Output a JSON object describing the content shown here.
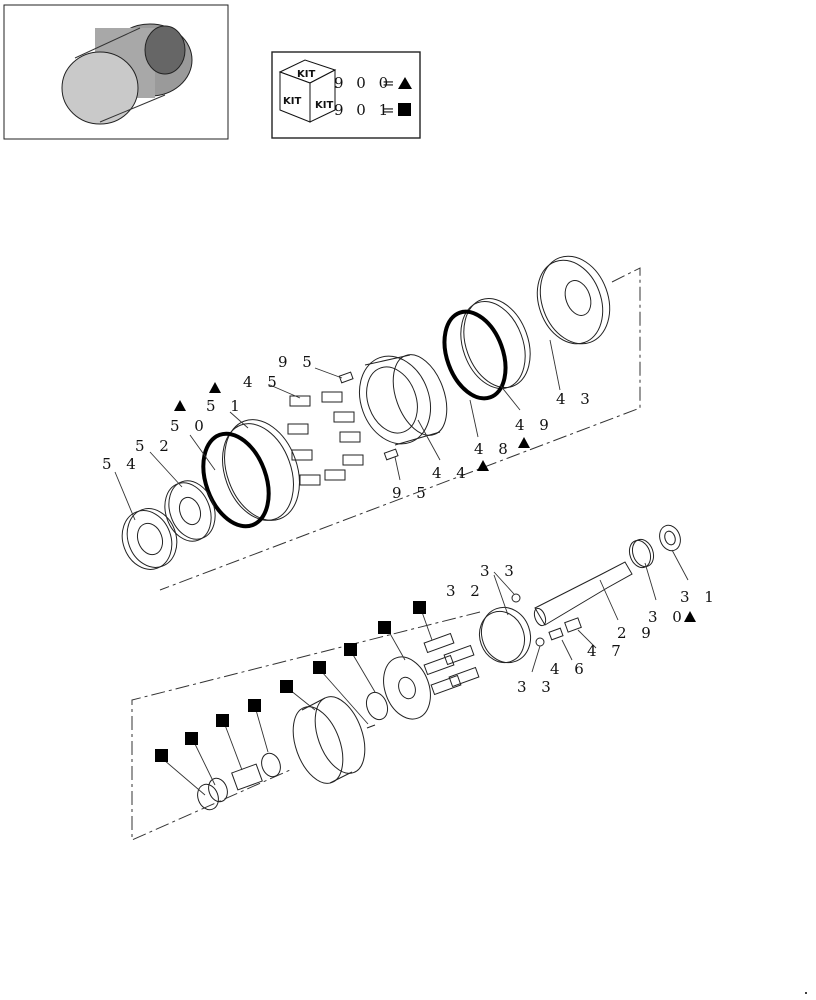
{
  "kit_legend": {
    "kit_word": "KIT",
    "kit_900_code": "9 0 0",
    "kit_900_symbol": "triangle",
    "kit_901_code": "9 0 1",
    "kit_901_symbol": "square"
  },
  "callouts": {
    "c29": "2 9",
    "c30": "3 0",
    "c31": "3 1",
    "c32": "3 2",
    "c33a": "3 3",
    "c33b": "3 3",
    "c43": "4 3",
    "c44": "4 4",
    "c45": "4 5",
    "c46": "4 6",
    "c47": "4 7",
    "c48": "4 8",
    "c49": "4 9",
    "c50": "5 0",
    "c51": "5 1",
    "c52": "5 2",
    "c54": "5 4",
    "c95a": "9 5",
    "c95b": "9 5"
  },
  "colors": {
    "ink": "#111111",
    "paper": "#ffffff"
  }
}
